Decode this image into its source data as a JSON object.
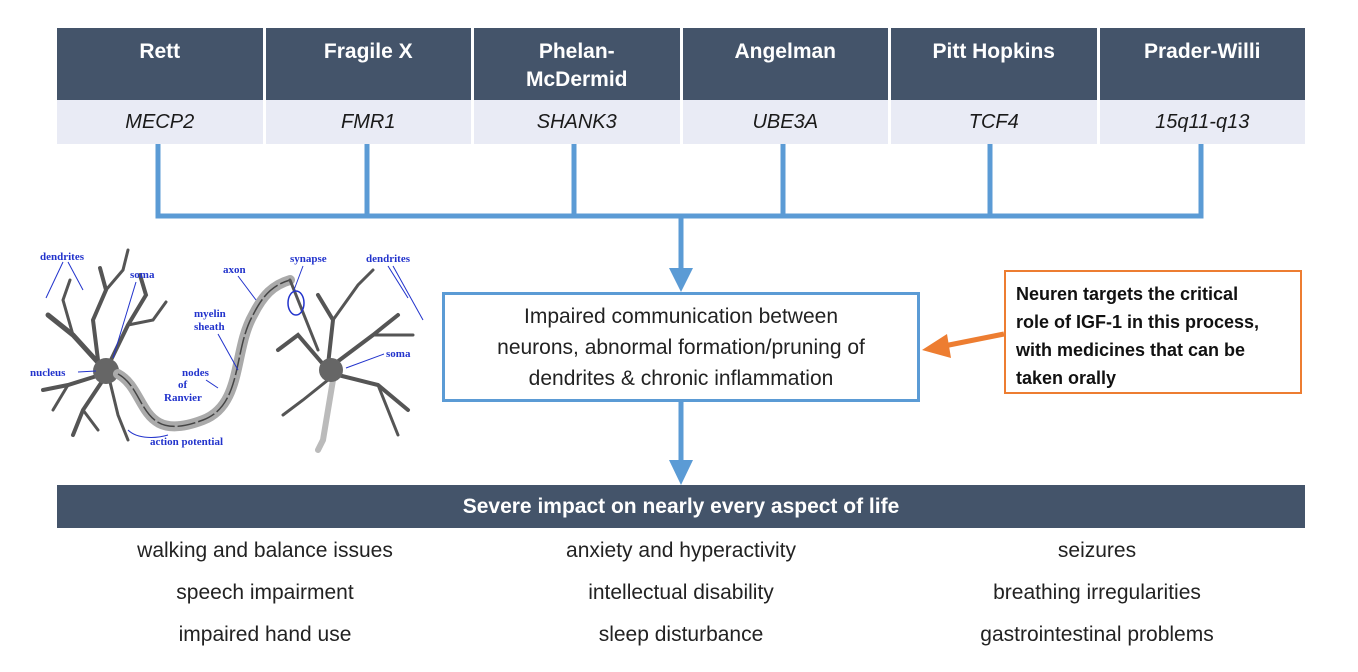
{
  "disorders": [
    {
      "name_lines": [
        "Rett"
      ],
      "gene": "MECP2"
    },
    {
      "name_lines": [
        "Fragile X"
      ],
      "gene": "FMR1"
    },
    {
      "name_lines": [
        "Phelan-",
        "McDermid"
      ],
      "gene": "SHANK3"
    },
    {
      "name_lines": [
        "Angelman"
      ],
      "gene": "UBE3A"
    },
    {
      "name_lines": [
        "Pitt Hopkins"
      ],
      "gene": "TCF4"
    },
    {
      "name_lines": [
        "Prader-Willi"
      ],
      "gene": "15q11-q13"
    }
  ],
  "process": {
    "lines": [
      "Impaired communication between",
      "neurons, abnormal formation/pruning of",
      "dendrites & chronic inflammation"
    ]
  },
  "callout": {
    "lines": [
      "Neuren targets the critical",
      "role of IGF-1 in this process,",
      "with medicines that can be",
      "taken orally"
    ]
  },
  "neuron_labels": {
    "dendrites_left": "dendrites",
    "soma_left": "soma",
    "nucleus": "nucleus",
    "axon": "axon",
    "myelin": "myelin",
    "sheath": "sheath",
    "nodes": "nodes",
    "of": "of",
    "ranvier": "Ranvier",
    "action_potential": "action potential",
    "synapse": "synapse",
    "dendrites_right": "dendrites",
    "soma_right": "soma"
  },
  "impact": {
    "title": "Severe impact on nearly every aspect of life",
    "rows": [
      [
        "walking and balance issues",
        "anxiety and hyperactivity",
        "seizures"
      ],
      [
        "speech impairment",
        "intellectual disability",
        "breathing irregularities"
      ],
      [
        "impaired hand use",
        "sleep disturbance",
        "gastrointestinal problems"
      ]
    ]
  },
  "colors": {
    "header_bg": "#44546a",
    "gene_bg": "#e9ebf5",
    "connector": "#5b9bd5",
    "callout_border": "#ed7d31",
    "label_blue": "#2233cc"
  }
}
